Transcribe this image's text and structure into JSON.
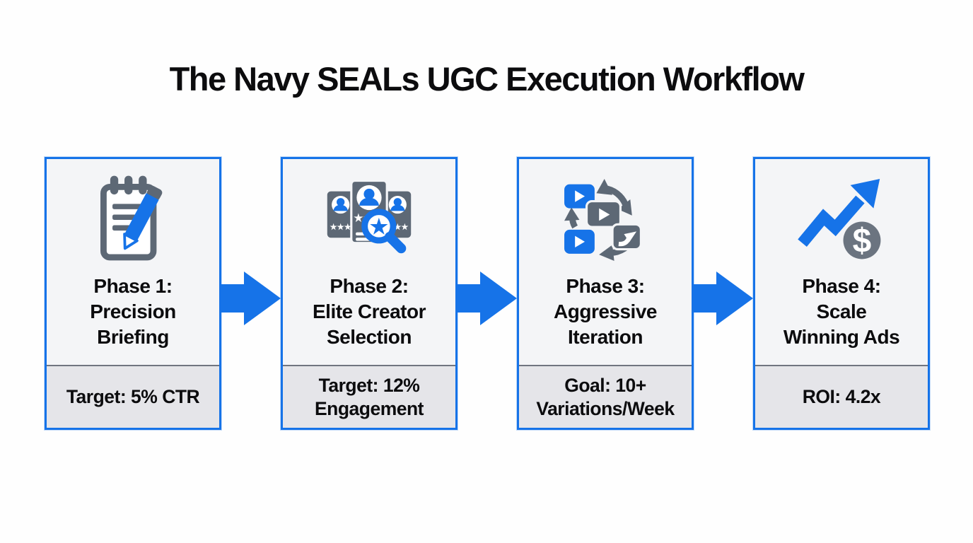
{
  "title": "The Navy SEALs UGC Execution Workflow",
  "colors": {
    "accent_blue": "#1673e8",
    "icon_gray": "#5d6875",
    "card_background": "#f4f5f7",
    "metric_background": "#e5e5e9",
    "border_blue": "#1673e8",
    "text_black": "#0c0c0e"
  },
  "phases": [
    {
      "icon": "notepad-pencil-icon",
      "title_lines": [
        "Phase 1:",
        "Precision",
        "Briefing"
      ],
      "metric_lines": [
        "Target: 5% CTR"
      ]
    },
    {
      "icon": "creator-cards-magnifier-icon",
      "title_lines": [
        "Phase 2:",
        "Elite Creator",
        "Selection"
      ],
      "metric_lines": [
        "Target: 12%",
        "Engagement"
      ]
    },
    {
      "icon": "video-iteration-icon",
      "title_lines": [
        "Phase 3:",
        "Aggressive",
        "Iteration"
      ],
      "metric_lines": [
        "Goal: 10+",
        "Variations/Week"
      ]
    },
    {
      "icon": "growth-chart-dollar-icon",
      "title_lines": [
        "Phase 4:",
        "Scale",
        "Winning Ads"
      ],
      "metric_lines": [
        "ROI: 4.2x"
      ]
    }
  ]
}
